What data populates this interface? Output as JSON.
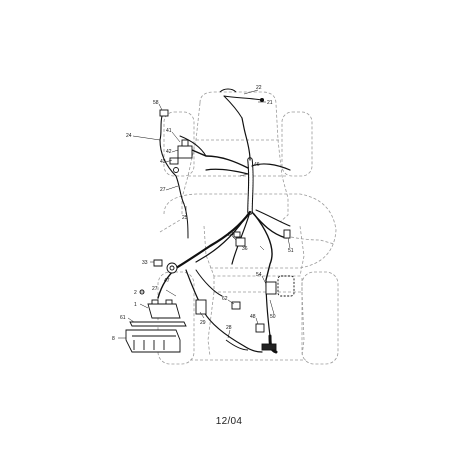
{
  "footer": {
    "revision": "12/04"
  },
  "callouts": {
    "c1": "1",
    "c2": "2",
    "c8": "8",
    "c21": "21",
    "c22": "22",
    "c24": "24",
    "c25": "25",
    "c27a": "27",
    "c27b": "27",
    "c28": "28",
    "c29": "29",
    "c33": "33",
    "c34": "34",
    "c36": "36",
    "c41": "41",
    "c42": "42",
    "c43": "43",
    "c46": "46",
    "c47": "47",
    "c48": "48",
    "c50": "50",
    "c51": "51",
    "c54": "54",
    "c58": "58",
    "c61": "61",
    "c62": "62"
  }
}
